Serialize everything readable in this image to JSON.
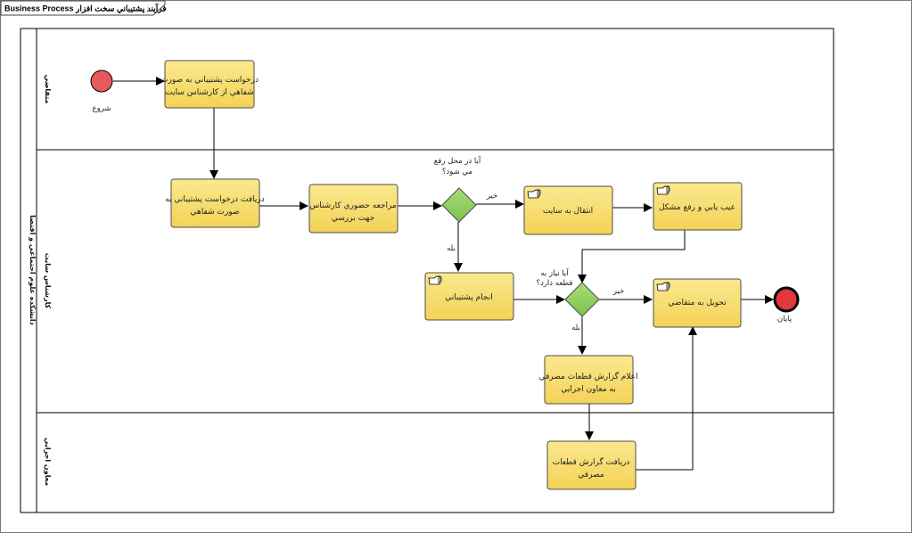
{
  "tab": {
    "title": "Business Process فرآيند پشتيباني سخت افزار"
  },
  "pool": {
    "label": "دانشکده علوم اجتماعي و اقتصا"
  },
  "lanes": [
    {
      "id": "requester",
      "label": "متقاضي"
    },
    {
      "id": "site-expert",
      "label": "کارشناس سايت"
    },
    {
      "id": "exec-deputy",
      "label": "معاون اجرايي"
    }
  ],
  "events": {
    "start": {
      "label": "شروع",
      "color": "#e8595c"
    },
    "end": {
      "label": "پايان",
      "color": "#e0383d"
    }
  },
  "tasks": {
    "t1": {
      "line1": "درخواست پشتيباني به صورت",
      "line2": "شفاهي از کارشناس سايت"
    },
    "t2": {
      "line1": "دريافت درخواست پشتيباني به",
      "line2": "صورت شفاهي"
    },
    "t3": {
      "line1": "مراجعه حضوري کارشناس",
      "line2": "جهت بررسي"
    },
    "t4": {
      "line1": "انتقال به سايت"
    },
    "t5": {
      "line1": "عيب يابي و رفع مشکل"
    },
    "t6": {
      "line1": "انجام پشتيباني"
    },
    "t7": {
      "line1": "تحويل به متقاضي"
    },
    "t8": {
      "line1": "اعلام گزارش قطعات مصرفي",
      "line2": "به معاون اجرايي"
    },
    "t9": {
      "line1": "دريافت گزارش قطعات",
      "line2": "مصرفي"
    }
  },
  "gateways": {
    "g1": {
      "line1": "آيا در محل رفع",
      "line2": "مي شود؟"
    },
    "g2": {
      "line1": "آيا نياز به",
      "line2": "قطعه دارد؟"
    }
  },
  "flow_labels": {
    "g1_no": "خير",
    "g1_yes": "بله",
    "g2_no": "خير",
    "g2_yes": "بله"
  },
  "colors": {
    "task_fill": "#f7dc6f",
    "task_border": "#4d4d4d",
    "gateway_fill": "#8ccf5a"
  }
}
